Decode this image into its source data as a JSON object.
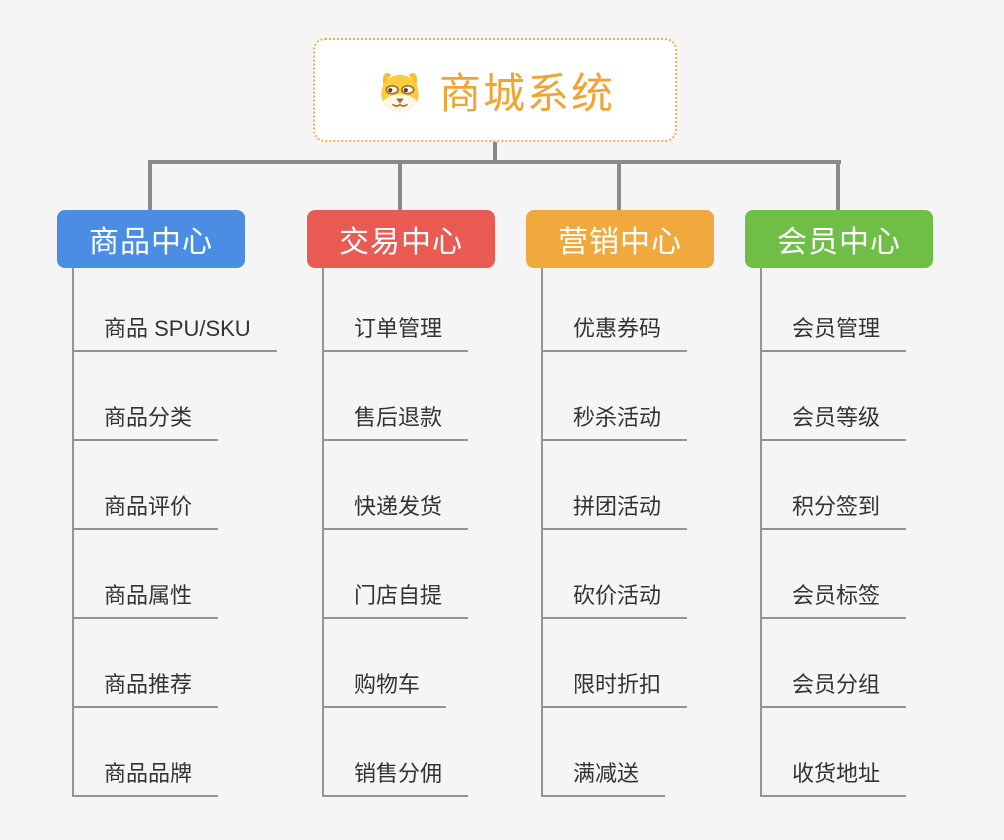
{
  "canvas": {
    "background": "#F5F5F5",
    "connector_color": "#8A8A8A",
    "leaf_line_color": "#949494",
    "leaf_text_color": "#333333"
  },
  "root": {
    "title": "商城系统",
    "text_color": "#F0A432",
    "border_color": "#F2AE4C",
    "icon": "dog-face-icon"
  },
  "branches": [
    {
      "label": "商品中心",
      "color": "#4A8DE2",
      "items": [
        "商品 SPU/SKU",
        "商品分类",
        "商品评价",
        "商品属性",
        "商品推荐",
        "商品品牌"
      ]
    },
    {
      "label": "交易中心",
      "color": "#E95A52",
      "items": [
        "订单管理",
        "售后退款",
        "快递发货",
        "门店自提",
        "购物车",
        "销售分佣"
      ]
    },
    {
      "label": "营销中心",
      "color": "#EFA93C",
      "items": [
        "优惠券码",
        "秒杀活动",
        "拼团活动",
        "砍价活动",
        "限时折扣",
        "满减送"
      ]
    },
    {
      "label": "会员中心",
      "color": "#6FBE45",
      "items": [
        "会员管理",
        "会员等级",
        "积分签到",
        "会员标签",
        "会员分组",
        "收货地址"
      ]
    }
  ]
}
